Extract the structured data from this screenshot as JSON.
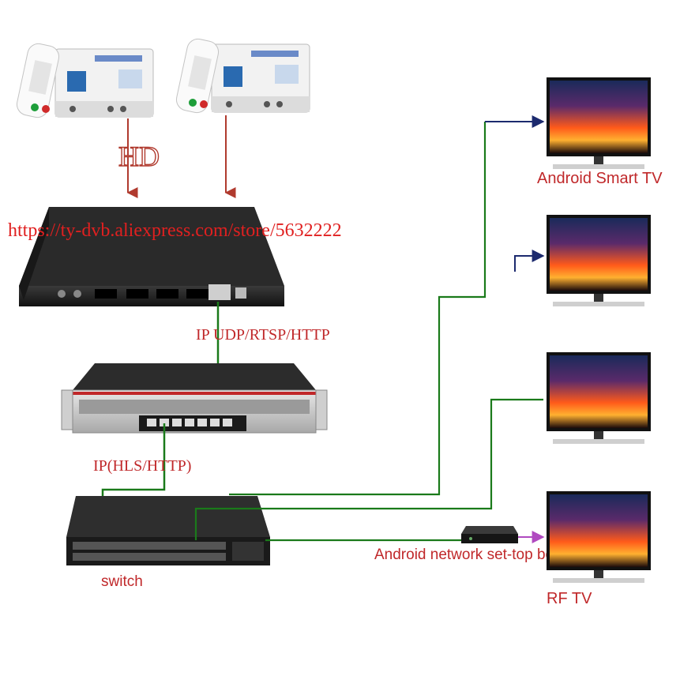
{
  "labels": {
    "hd": "HD",
    "url": "https://ty-dvb.aliexpress.com/store/5632222",
    "ip_udp": "IP UDP/RTSP/HTTP",
    "ip_hls": "IP(HLS/HTTP)",
    "switch": "switch",
    "android_tv": "Android Smart TV",
    "stb": "Android network set-top box",
    "rf_tv": "RF TV"
  },
  "colors": {
    "red_arrow": "#b03a2e",
    "green_line": "#1a7a1a",
    "navy_arrow": "#1c2a6e",
    "purple_arrow": "#b04ac0",
    "label_red": "#c0282a",
    "url_red": "#e02020"
  },
  "icons": {
    "receiver": "satellite-receiver-icon",
    "encoder": "hdmi-encoder-icon",
    "server": "rack-server-icon",
    "switch": "network-switch-icon",
    "tv": "television-icon",
    "stb": "set-top-box-icon"
  }
}
